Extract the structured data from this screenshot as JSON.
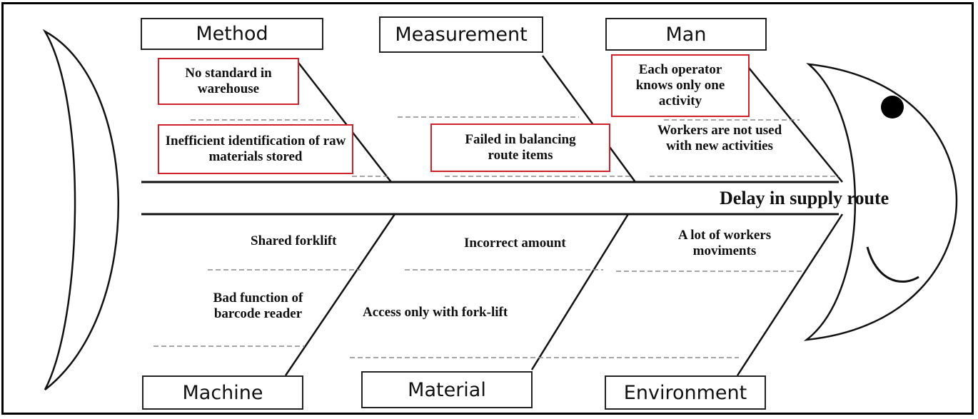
{
  "categories": {
    "method": "Method",
    "measurement": "Measurement",
    "man": "Man",
    "machine": "Machine",
    "material": "Material",
    "environment": "Environment"
  },
  "effect": "Delay in supply route",
  "causes": {
    "method": [
      "No standard in warehouse",
      "Inefficient identification of raw materials stored"
    ],
    "measurement": [
      "Failed in balancing route items"
    ],
    "man": [
      "Each operator knows only one activity",
      "Workers are not used with new activities"
    ],
    "machine": [
      "Shared forklift",
      "Bad function of barcode reader"
    ],
    "material": [
      "Incorrect amount",
      "Access only with fork-lift"
    ],
    "environment": [
      "A lot of workers moviments"
    ]
  },
  "highlighted_causes": [
    "No standard in warehouse",
    "Inefficient identification of raw materials stored",
    "Failed in balancing route items",
    "Each operator knows only one activity"
  ],
  "colors": {
    "highlight_border": "#d0202a",
    "line": "#111111",
    "dashed": "#888888"
  }
}
